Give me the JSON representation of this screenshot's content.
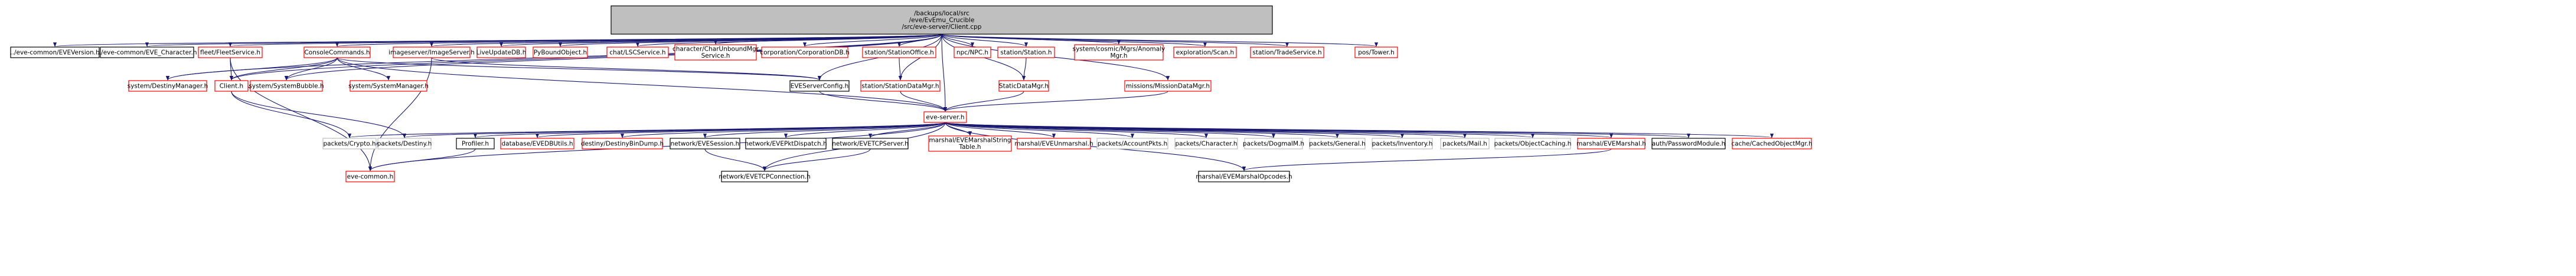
{
  "graph": {
    "colors": {
      "edge": "#191970",
      "root_fill": "#bfbfbf",
      "root_border": "#000000",
      "documented_border": "#000000",
      "undocumented_border": "#ff0000",
      "external_border": "#bfbfbf",
      "text": "#000000",
      "background": "#ffffff"
    },
    "nodes": [
      {
        "id": "root",
        "lines": [
          "/backups/local/src",
          "/eve/EvEmu_Crucible",
          "/src/eve-server/Client.cpp"
        ],
        "kind": "root"
      },
      {
        "id": "eveversion",
        "lines": [
          "../eve-common/EVEVersion.h"
        ],
        "kind": "documented"
      },
      {
        "id": "evecharacter",
        "lines": [
          "../eve-common/EVE_Character.h"
        ],
        "kind": "documented"
      },
      {
        "id": "fleetservice",
        "lines": [
          "fleet/FleetService.h"
        ],
        "kind": "undocumented"
      },
      {
        "id": "consolecommands",
        "lines": [
          "ConsoleCommands.h"
        ],
        "kind": "undocumented"
      },
      {
        "id": "imageserver",
        "lines": [
          "imageserver/ImageServer.h"
        ],
        "kind": "undocumented"
      },
      {
        "id": "liveupdatedb",
        "lines": [
          "LiveUpdateDB.h"
        ],
        "kind": "undocumented"
      },
      {
        "id": "pyboundobject",
        "lines": [
          "PyBoundObject.h"
        ],
        "kind": "undocumented"
      },
      {
        "id": "lscservice",
        "lines": [
          "chat/LSCService.h"
        ],
        "kind": "undocumented"
      },
      {
        "id": "charunbound",
        "lines": [
          "character/CharUnboundMgr",
          "Service.h"
        ],
        "kind": "undocumented"
      },
      {
        "id": "corporationdb",
        "lines": [
          "corporation/CorporationDB.h"
        ],
        "kind": "undocumented"
      },
      {
        "id": "stationoffice",
        "lines": [
          "station/StationOffice.h"
        ],
        "kind": "undocumented"
      },
      {
        "id": "npc",
        "lines": [
          "npc/NPC.h"
        ],
        "kind": "undocumented"
      },
      {
        "id": "station",
        "lines": [
          "station/Station.h"
        ],
        "kind": "undocumented"
      },
      {
        "id": "anomalymgr",
        "lines": [
          "system/cosmic/Mgrs/Anomaly",
          "Mgr.h"
        ],
        "kind": "undocumented"
      },
      {
        "id": "scan",
        "lines": [
          "exploration/Scan.h"
        ],
        "kind": "undocumented"
      },
      {
        "id": "tradeservice",
        "lines": [
          "station/TradeService.h"
        ],
        "kind": "undocumented"
      },
      {
        "id": "tower",
        "lines": [
          "pos/Tower.h"
        ],
        "kind": "undocumented"
      },
      {
        "id": "destinymanager",
        "lines": [
          "system/DestinyManager.h"
        ],
        "kind": "undocumented"
      },
      {
        "id": "client",
        "lines": [
          "Client.h"
        ],
        "kind": "undocumented"
      },
      {
        "id": "systembubble",
        "lines": [
          "system/SystemBubble.h"
        ],
        "kind": "undocumented"
      },
      {
        "id": "systemmanager",
        "lines": [
          "system/SystemManager.h"
        ],
        "kind": "undocumented"
      },
      {
        "id": "eveserverconfig",
        "lines": [
          "EVEServerConfig.h"
        ],
        "kind": "documented"
      },
      {
        "id": "stationdatamgr",
        "lines": [
          "station/StationDataMgr.h"
        ],
        "kind": "undocumented"
      },
      {
        "id": "staticdatamgr",
        "lines": [
          "StaticDataMgr.h"
        ],
        "kind": "undocumented"
      },
      {
        "id": "missiondatamgr",
        "lines": [
          "missions/MissionDataMgr.h"
        ],
        "kind": "undocumented"
      },
      {
        "id": "eveserver",
        "lines": [
          "eve-server.h"
        ],
        "kind": "undocumented"
      },
      {
        "id": "crypto",
        "lines": [
          "packets/Crypto.h"
        ],
        "kind": "external"
      },
      {
        "id": "destinyp",
        "lines": [
          "packets/Destiny.h"
        ],
        "kind": "external"
      },
      {
        "id": "profiler",
        "lines": [
          "Profiler.h"
        ],
        "kind": "documented"
      },
      {
        "id": "evedbutils",
        "lines": [
          "database/EVEDBUtils.h"
        ],
        "kind": "undocumented"
      },
      {
        "id": "bindump",
        "lines": [
          "destiny/DestinyBinDump.h"
        ],
        "kind": "undocumented"
      },
      {
        "id": "evesession",
        "lines": [
          "network/EVESession.h"
        ],
        "kind": "documented"
      },
      {
        "id": "evepktdispatch",
        "lines": [
          "network/EVEPktDispatch.h"
        ],
        "kind": "documented"
      },
      {
        "id": "evetcpserver",
        "lines": [
          "network/EVETCPServer.h"
        ],
        "kind": "documented"
      },
      {
        "id": "marshalstringtable",
        "lines": [
          "marshal/EVEMarshalString",
          "Table.h"
        ],
        "kind": "undocumented"
      },
      {
        "id": "eveunmarshal",
        "lines": [
          "marshal/EVEUnmarshal.h"
        ],
        "kind": "undocumented"
      },
      {
        "id": "accountpkts",
        "lines": [
          "packets/AccountPkts.h"
        ],
        "kind": "external"
      },
      {
        "id": "pcharacter",
        "lines": [
          "packets/Character.h"
        ],
        "kind": "external"
      },
      {
        "id": "dogmaim",
        "lines": [
          "packets/DogmaIM.h"
        ],
        "kind": "external"
      },
      {
        "id": "pgeneral",
        "lines": [
          "packets/General.h"
        ],
        "kind": "external"
      },
      {
        "id": "pinventory",
        "lines": [
          "packets/Inventory.h"
        ],
        "kind": "external"
      },
      {
        "id": "pmail",
        "lines": [
          "packets/Mail.h"
        ],
        "kind": "external"
      },
      {
        "id": "objcaching",
        "lines": [
          "packets/ObjectCaching.h"
        ],
        "kind": "external"
      },
      {
        "id": "evemarshal",
        "lines": [
          "marshal/EVEMarshal.h"
        ],
        "kind": "undocumented"
      },
      {
        "id": "passwordmodule",
        "lines": [
          "auth/PasswordModule.h"
        ],
        "kind": "documented"
      },
      {
        "id": "cachedobjectmgr",
        "lines": [
          "cache/CachedObjectMgr.h"
        ],
        "kind": "undocumented"
      },
      {
        "id": "evecommon",
        "lines": [
          "eve-common.h"
        ],
        "kind": "undocumented"
      },
      {
        "id": "evetcpconnection",
        "lines": [
          "network/EVETCPConnection.h"
        ],
        "kind": "documented"
      },
      {
        "id": "marshalopcodes",
        "lines": [
          "marshal/EVEMarshalOpcodes.h"
        ],
        "kind": "documented"
      }
    ]
  }
}
